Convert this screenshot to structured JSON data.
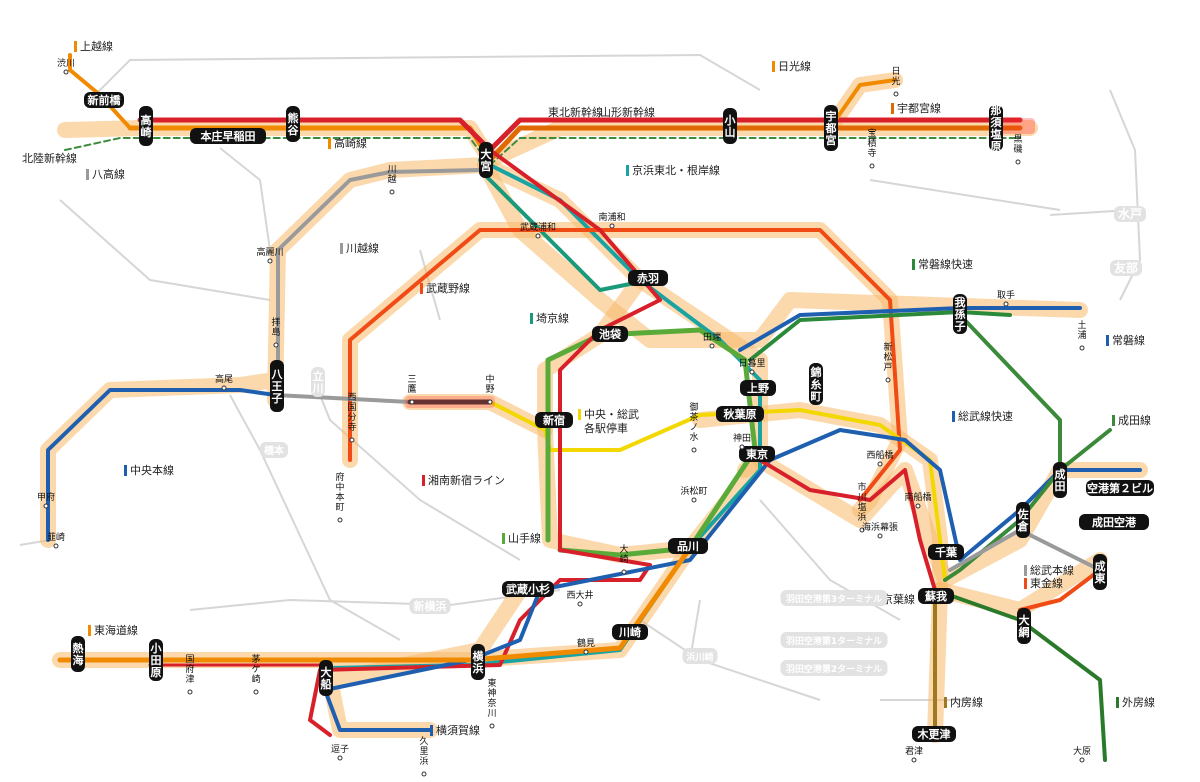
{
  "colors": {
    "joetsu": "#f08a00",
    "hokuriku": "#3c8c3c",
    "takasaki": "#f08a00",
    "utsunomiya": "#e06a00",
    "nikko": "#f08a00",
    "keihin": "#1aa3a3",
    "musashino": "#f04a15",
    "kawagoe": "#9a9a9a",
    "saikyo": "#1a9a7a",
    "yamanote": "#5aaa3a",
    "chuo_sobu": "#f2d800",
    "chuo_main": "#1f5fb0",
    "shonan": "#d8202a",
    "joban": "#1f5fb0",
    "joban_rapid": "#2a8a3a",
    "sobu_rapid": "#1f5fb0",
    "narita": "#3a8a3a",
    "keiyo": "#d8202a",
    "tokaido": "#f08a00",
    "yokosuka": "#1f5fb0",
    "sotobo": "#2a7a2a",
    "uchibo": "#a07820",
    "togane": "#f04a15",
    "glow": "#f7b96a",
    "bg_lines": "#d6d6d6",
    "chip": "#111111"
  },
  "lines": {
    "joetsu": "上越線",
    "nikko": "日光線",
    "utsunomiya": "宇都宮線",
    "tohoku_shinkansen": "東北新幹線",
    "yamagata_shinkansen": "山形新幹線",
    "hokuriku_shinkansen": "北陸新幹線",
    "takasaki": "高崎線",
    "hachiko": "八高線",
    "keihin_tohoku": "京浜東北・根岸線",
    "kawagoe": "川越線",
    "musashino": "武蔵野線",
    "saikyo": "埼京線",
    "chuo_sobu_local": "中央・総武\n各駅停車",
    "chuo_main": "中央本線",
    "shonan_shinjuku": "湘南新宿ライン",
    "yamanote": "山手線",
    "joban_rapid": "常磐線快速",
    "joban": "常磐線",
    "sobu_rapid": "総武線快速",
    "narita": "成田線",
    "keiyo": "京葉線",
    "sobu_main": "総武本線",
    "togane": "東金線",
    "sotobo": "外房線",
    "uchibo": "内房線",
    "tokaido": "東海道線",
    "yokosuka": "横須賀線"
  },
  "stations_major": {
    "shin_maebashi": "新前橋",
    "takasaki": "高崎",
    "kumagaya": "熊谷",
    "honjo_waseda": "本庄早稲田",
    "omiya": "大宮",
    "oyama": "小山",
    "utsunomiya": "宇都\n宮",
    "nasushiobara": "那須\n塩原",
    "hachioji": "八王子",
    "akabane": "赤羽",
    "ikebukuro": "池袋",
    "shinjuku": "新宿",
    "ueno": "上野",
    "akihabara": "秋葉原",
    "tokyo": "東京",
    "kinshicho": "錦糸町",
    "abiko": "我孫子",
    "narita": "成田",
    "airport2": "空港第２ビル",
    "narita_airport": "成田空港",
    "sakura": "佐倉",
    "naruto": "成東",
    "oami": "大網",
    "chiba": "千葉",
    "soga": "蘇我",
    "kisarazu": "木更津",
    "shinagawa": "品川",
    "musashi_kosugi": "武蔵小杉",
    "kawasaki": "川崎",
    "yokohama": "横浜",
    "ofuna": "大船",
    "odawara": "小田\n原",
    "atami": "熱海"
  },
  "stations_minor": {
    "shibukawa": "渋川",
    "kawagoe": "川越",
    "takahagi": "高麗川",
    "haijima": "拝島",
    "nishikokubunji": "西国分寺",
    "fuchu_hommachi": "府中本町",
    "takao": "高尾",
    "kofu": "甲府",
    "nirasaki": "韮崎",
    "mitaka": "三鷹",
    "nakano": "中野",
    "musashi_urawa": "武蔵浦和",
    "minami_urawa": "南浦和",
    "tabata": "田端",
    "nippori": "日暮里",
    "ochanomizu": "御茶ノ水",
    "kanda": "神田",
    "hamamatsucho": "浜松町",
    "osaki": "大崎",
    "nishioi": "西大井",
    "tsurumi": "鶴見",
    "shin_matsudo": "新松戸",
    "toride": "取手",
    "tsuchiura": "土浦",
    "nishi_funabashi": "西船橋",
    "ichikawa_shiohama": "市川塩浜",
    "minami_funabashi": "南船橋",
    "kaihin_makuhari": "海浜幕張",
    "kimitsu": "君津",
    "ohara": "大原",
    "nikko": "日光",
    "hoshakuji": "宝積寺",
    "kuroiso": "黒磯",
    "kozu": "国府津",
    "chigasaki": "茅ケ崎",
    "zushi": "逗子",
    "kurihama": "久里浜",
    "higashi_kanagawa": "東神奈川"
  },
  "stations_gray": {
    "mito": "水戸",
    "tomobe": "友部",
    "tachikawa": "立川",
    "hashimoto": "橋本",
    "shin_yokohama": "新横浜",
    "hamakawasaki": "浜川崎",
    "haneda3": "羽田空港第3ターミナル",
    "haneda1": "羽田空港第1ターミナル",
    "haneda2": "羽田空港第2ターミナル"
  }
}
